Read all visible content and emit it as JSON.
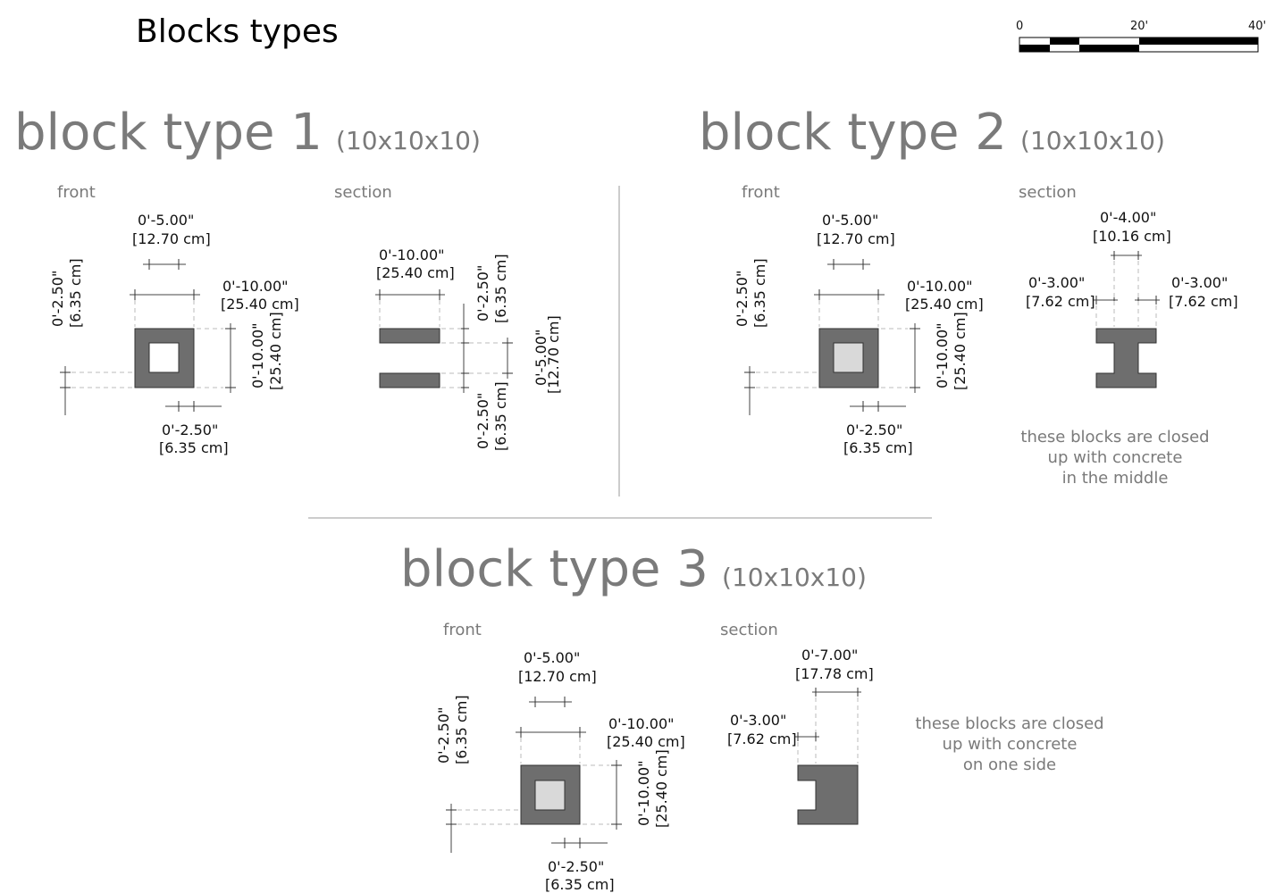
{
  "page_title": "Blocks types",
  "scale_bar": {
    "labels": [
      "0",
      "20'",
      "40'"
    ]
  },
  "block1": {
    "title": "block type 1",
    "dims": "(10x10x10)",
    "front_label": "front",
    "section_label": "section",
    "front_dims": {
      "hole_w": [
        "0'-5.00\"",
        "[12.70 cm]"
      ],
      "width": [
        "0'-10.00\"",
        "[25.40 cm]"
      ],
      "height": [
        "0'-10.00\"",
        "[25.40 cm]"
      ],
      "wall_left": [
        "0'-2.50\"",
        "[6.35 cm]"
      ],
      "wall_bottom": [
        "0'-2.50\"",
        "[6.35 cm]"
      ]
    },
    "section_dims": {
      "width": [
        "0'-10.00\"",
        "[25.40 cm]"
      ],
      "top_wall": [
        "0'-2.50\"",
        "[6.35 cm]"
      ],
      "hole": [
        "0'-5.00\"",
        "[12.70 cm]"
      ],
      "bottom_wall": [
        "0'-2.50\"",
        "[6.35 cm]"
      ]
    }
  },
  "block2": {
    "title": "block type 2",
    "dims": "(10x10x10)",
    "front_label": "front",
    "section_label": "section",
    "front_dims": {
      "hole_w": [
        "0'-5.00\"",
        "[12.70 cm]"
      ],
      "width": [
        "0'-10.00\"",
        "[25.40 cm]"
      ],
      "height": [
        "0'-10.00\"",
        "[25.40 cm]"
      ],
      "wall_left": [
        "0'-2.50\"",
        "[6.35 cm]"
      ],
      "wall_bottom": [
        "0'-2.50\"",
        "[6.35 cm]"
      ]
    },
    "section_dims": {
      "middle": [
        "0'-4.00\"",
        "[10.16 cm]"
      ],
      "left": [
        "0'-3.00\"",
        "[7.62 cm]"
      ],
      "right": [
        "0'-3.00\"",
        "[7.62 cm]"
      ]
    },
    "note": [
      "these blocks are closed",
      "up with concrete",
      "in the middle"
    ]
  },
  "block3": {
    "title": "block type 3",
    "dims": "(10x10x10)",
    "front_label": "front",
    "section_label": "section",
    "front_dims": {
      "hole_w": [
        "0'-5.00\"",
        "[12.70 cm]"
      ],
      "width": [
        "0'-10.00\"",
        "[25.40 cm]"
      ],
      "height": [
        "0'-10.00\"",
        "[25.40 cm]"
      ],
      "wall_left": [
        "0'-2.50\"",
        "[6.35 cm]"
      ],
      "wall_bottom": [
        "0'-2.50\"",
        "[6.35 cm]"
      ]
    },
    "section_dims": {
      "solid": [
        "0'-7.00\"",
        "[17.78 cm]"
      ],
      "hole": [
        "0'-3.00\"",
        "[7.62 cm]"
      ]
    },
    "note": [
      "these blocks are closed",
      "up with concrete",
      "on one side"
    ]
  },
  "colors": {
    "block": "#6e6e6e",
    "hole_closed": "#d9d9d9",
    "heading": "#7a7a7a"
  }
}
